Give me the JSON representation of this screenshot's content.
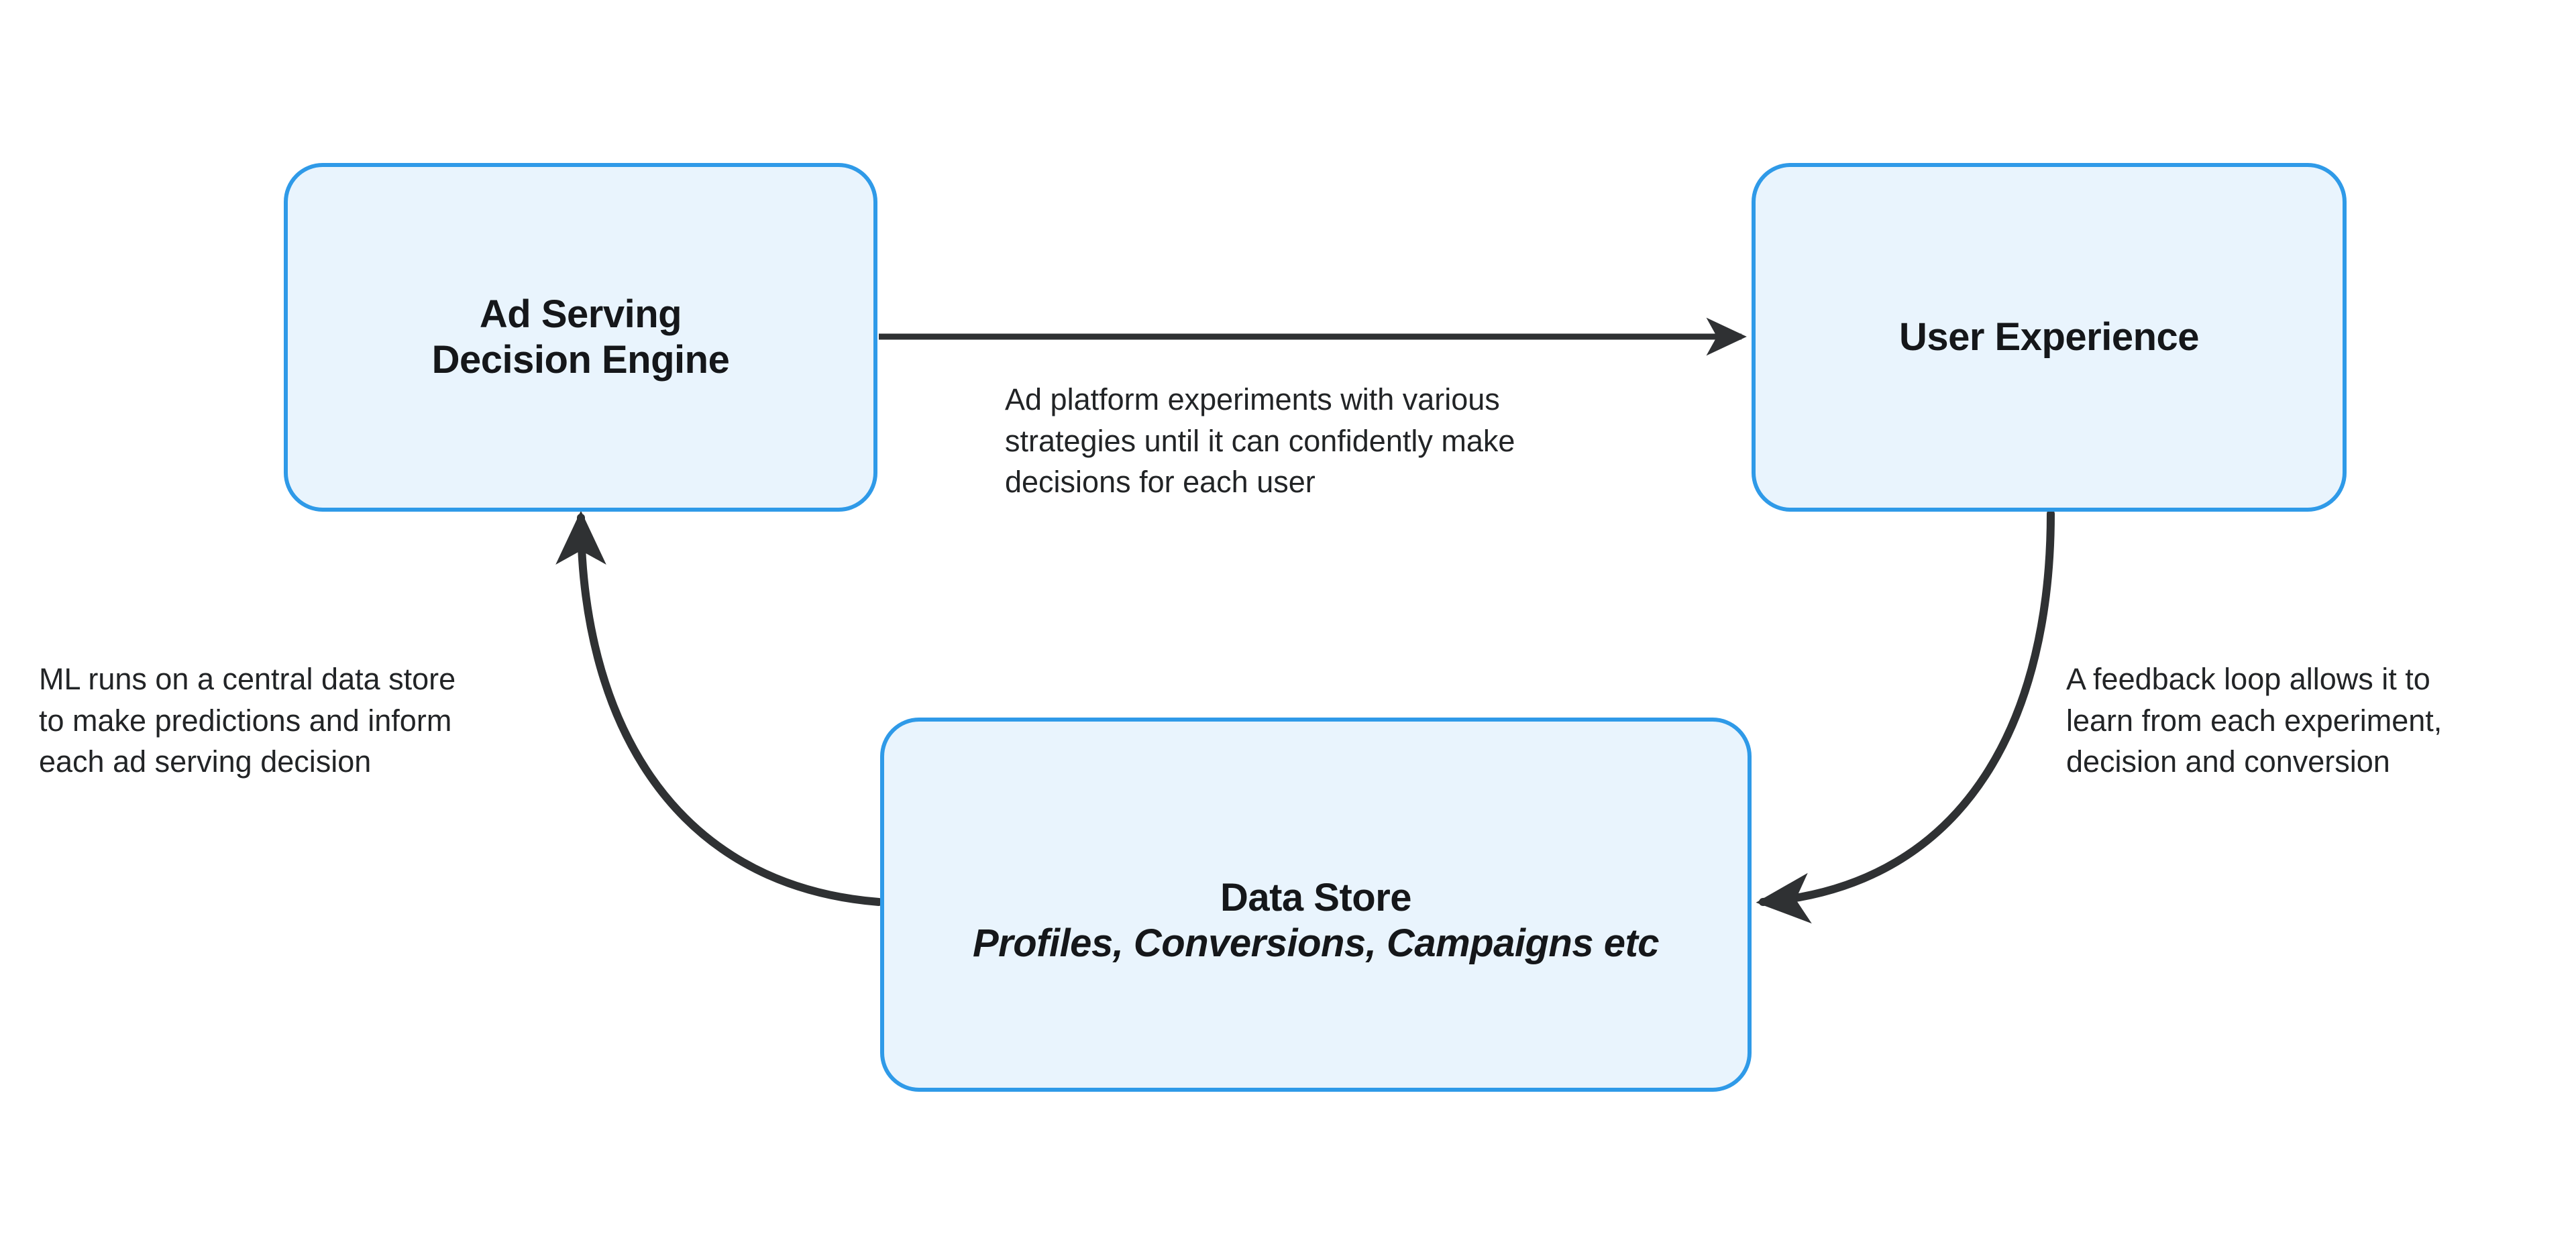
{
  "diagram": {
    "background_color": "#ffffff",
    "node_fill_color": "#e9f4fd",
    "node_border_color": "#2f9ae8",
    "edge_color": "#2f3133",
    "text_color": "#15171a",
    "nodes": [
      {
        "id": "ad-serving",
        "title": "Ad Serving\nDecision Engine",
        "subtitle": ""
      },
      {
        "id": "user-experience",
        "title": "User Experience",
        "subtitle": ""
      },
      {
        "id": "data-store",
        "title": "Data Store",
        "subtitle": "Profiles, Conversions, Campaigns etc"
      }
    ],
    "edges": [
      {
        "id": "ad-serving-to-user-experience",
        "from": "ad-serving",
        "to": "user-experience",
        "label": "Ad platform experiments with various\nstrategies until it can confidently make\ndecisions for each user",
        "style": "straight"
      },
      {
        "id": "user-experience-to-data-store",
        "from": "user-experience",
        "to": "data-store",
        "label": "A feedback loop allows it to\nlearn from each experiment,\ndecision and conversion",
        "style": "curved"
      },
      {
        "id": "data-store-to-ad-serving",
        "from": "data-store",
        "to": "ad-serving",
        "label": "ML runs on a central data store\nto make predictions and inform\neach ad serving decision",
        "style": "curved"
      }
    ]
  }
}
